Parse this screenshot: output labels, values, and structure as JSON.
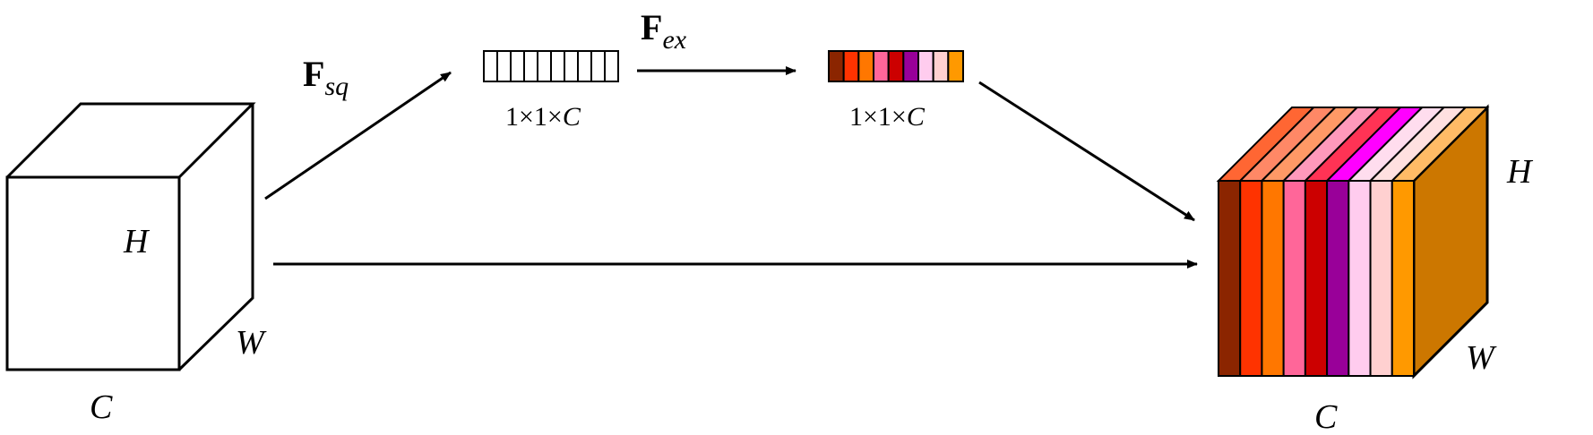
{
  "input_tensor": {
    "label_h": "H",
    "label_w": "W",
    "label_c": "C"
  },
  "squeeze": {
    "op_main": "F",
    "op_sub": "sq",
    "dim_label": "1×1×",
    "dim_c": "C",
    "cells": 10
  },
  "excitation": {
    "op_main": "F",
    "op_sub": "ex",
    "dim_label": "1×1×",
    "dim_c": "C",
    "colors": [
      "#8b2500",
      "#ff3300",
      "#ff7700",
      "#ff6699",
      "#cc0000",
      "#990099",
      "#ffccee",
      "#ffd0d0",
      "#ff9900"
    ]
  },
  "output_tensor": {
    "label_h": "H",
    "label_w": "W",
    "label_c": "C",
    "front_colors": [
      "#8b2500",
      "#ff3300",
      "#ff7700",
      "#ff6699",
      "#cc0000",
      "#990099",
      "#ffccee",
      "#ffd0d0",
      "#ff9900"
    ],
    "top_colors": [
      "#ff6633",
      "#ff8866",
      "#ff9966",
      "#ff99bb",
      "#ff3355",
      "#ff00ff",
      "#ffddee",
      "#ffe0e0",
      "#ffbb66"
    ],
    "side_color": "#cc7700"
  }
}
